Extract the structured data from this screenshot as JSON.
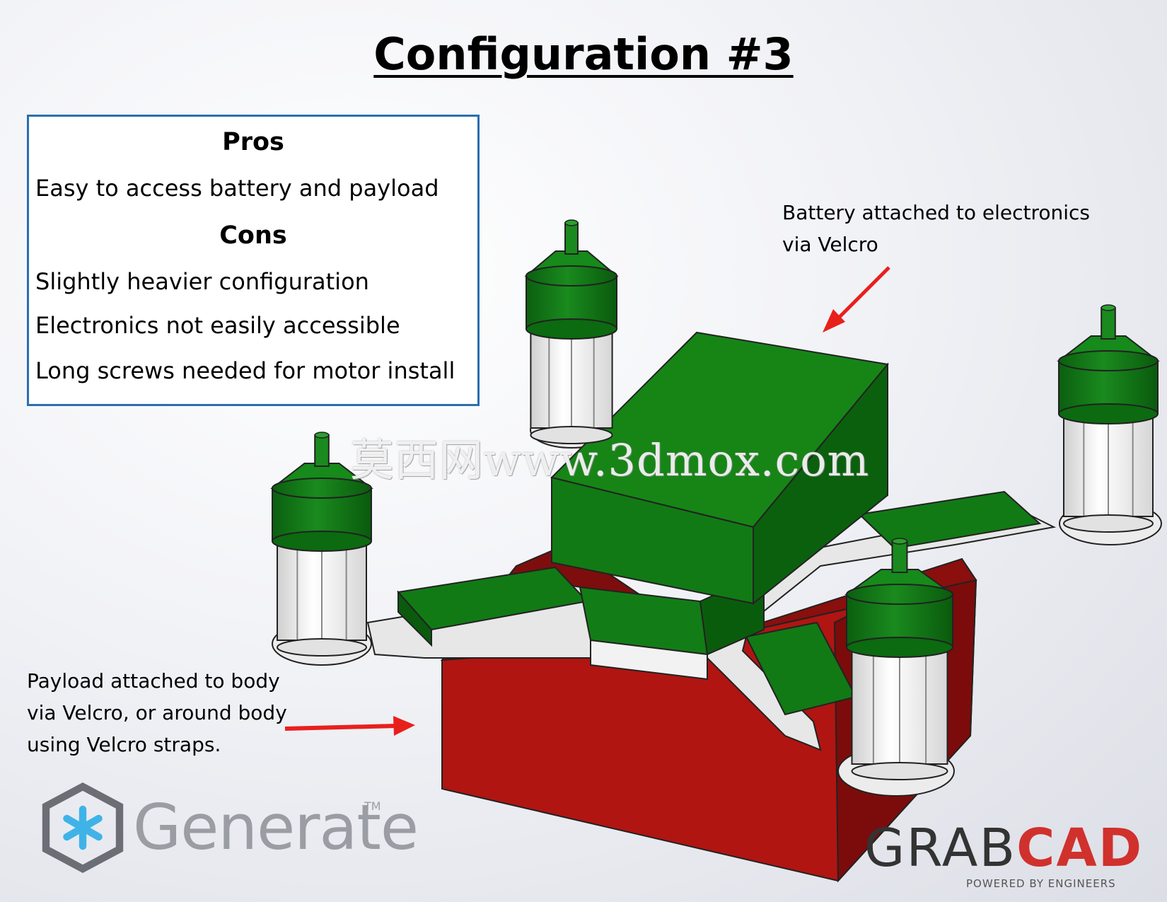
{
  "title": "Configuration #3",
  "pros": {
    "heading": "Pros",
    "items": [
      "Easy to access battery and payload"
    ]
  },
  "cons": {
    "heading": "Cons",
    "items": [
      "Slightly heavier configuration",
      "Electronics not easily accessible",
      "Long screws needed for motor install"
    ]
  },
  "annotations": {
    "battery": [
      "Battery attached to electronics",
      "via Velcro"
    ],
    "payload": [
      "Payload attached to body",
      "via Velcro, or around body",
      "using Velcro straps."
    ]
  },
  "watermark": "莫西网www.3dmox.com",
  "logos": {
    "generate_word": "Generate",
    "generate_tm": "TM",
    "grabcad_part1": "GRAB",
    "grabcad_part2": "CAD",
    "grabcad_tagline": "POWERED BY ENGINEERS"
  },
  "colors": {
    "frame_border": "#2a6fb0",
    "arrow": "#e8201c",
    "green": "#127d16",
    "red_body": "#a81412",
    "grabcad_red": "#d0312d"
  }
}
